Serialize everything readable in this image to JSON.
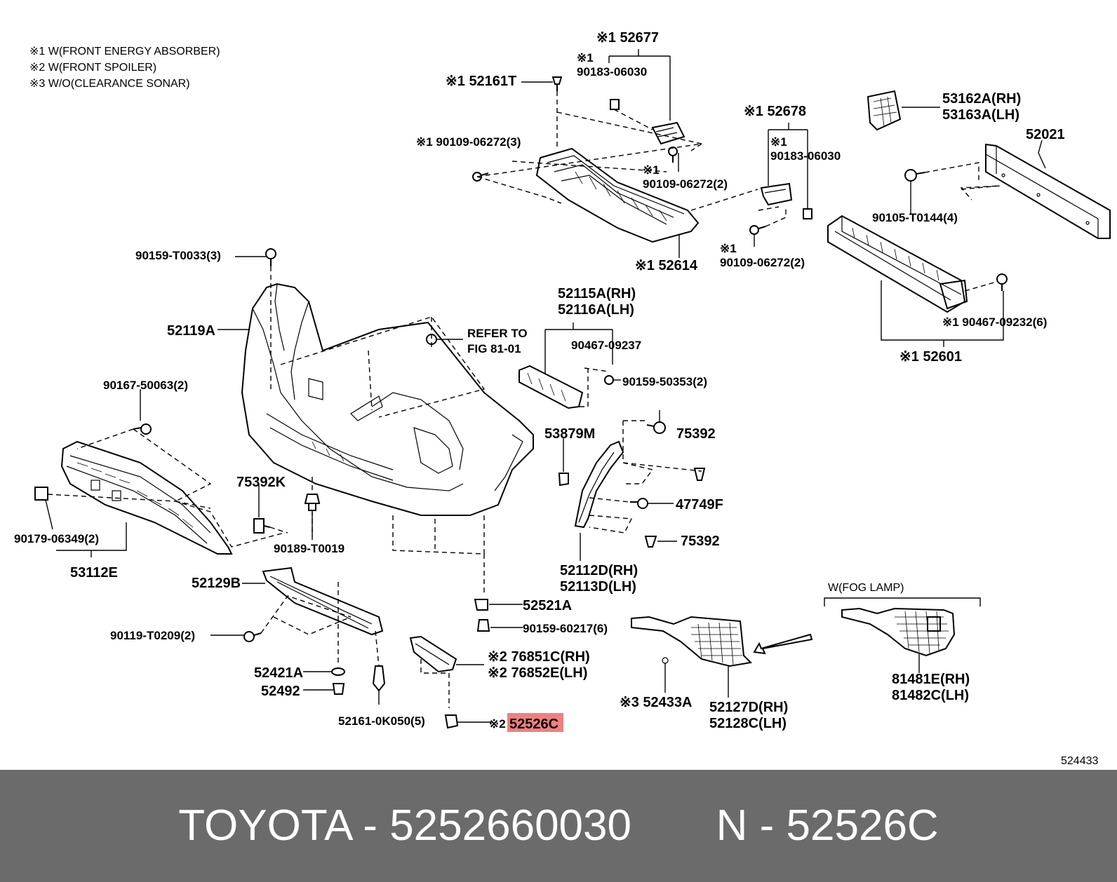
{
  "notes": [
    "※1 W(FRONT ENERGY ABSORBER)",
    "※2 W(FRONT SPOILER)",
    "※3 W/O(CLEARANCE SONAR)"
  ],
  "labels": {
    "p52677": "※1 52677",
    "p90183a_1": "※1",
    "p90183a_2": "90183-06030",
    "p52161T": "※1 52161T",
    "p90109_3": "※1 90109-06272(3)",
    "p90109b_1": "※1",
    "p90109b_2": "90109-06272(2)",
    "p52678": "※1 52678",
    "p90183b_1": "※1",
    "p90183b_2": "90183-06030",
    "p90109c_1": "※1",
    "p90109c_2": "90109-06272(2)",
    "p52614": "※1 52614",
    "p53162A": "53162A(RH)",
    "p53163A": "53163A(LH)",
    "p52021": "52021",
    "p90105": "90105-T0144(4)",
    "p90467_6": "※1 90467-09232(6)",
    "p52601": "※1 52601",
    "p90159_T0033": "90159-T0033(3)",
    "p52119A": "52119A",
    "p_refer1": "REFER TO",
    "p_refer2": "FIG 81-01",
    "p52115A": "52115A(RH)",
    "p52116A": "52116A(LH)",
    "p90467_09237": "90467-09237",
    "p90159_50353": "90159-50353(2)",
    "p90167": "90167-50063(2)",
    "p53879M": "53879M",
    "p75392a": "75392",
    "p75392K": "75392K",
    "p47749F": "47749F",
    "p75392b": "75392",
    "p90179": "90179-06349(2)",
    "p90189": "90189-T0019",
    "p53112E": "53112E",
    "p52112D": "52112D(RH)",
    "p52113D": "52113D(LH)",
    "p52129B": "52129B",
    "p52521A": "52521A",
    "p90159_60217": "90159-60217(6)",
    "p90119": "90119-T0209(2)",
    "p76851C": "※2 76851C(RH)",
    "p76852E": "※2 76852E(LH)",
    "p52421A": "52421A",
    "p52492": "52492",
    "p52161_0K050": "52161-0K050(5)",
    "p52526C_mark": "※2",
    "p52526C": "52526C",
    "p52433A": "※3 52433A",
    "p52127D": "52127D(RH)",
    "p52128C": "52128C(LH)",
    "p_foglamp": "W(FOG LAMP)",
    "p81481E": "81481E(RH)",
    "p81482C": "81482C(LH)",
    "p_fig_no": "524433"
  },
  "highlight": {
    "part": "52526C",
    "color": "#f08080"
  },
  "caption": {
    "brand": "TOYOTA",
    "part_number": "5252660030",
    "code_prefix": "N",
    "code": "52526C",
    "separator": "-"
  },
  "colors": {
    "caption_bg": "#6b6b6b",
    "caption_text": "#ffffff"
  }
}
